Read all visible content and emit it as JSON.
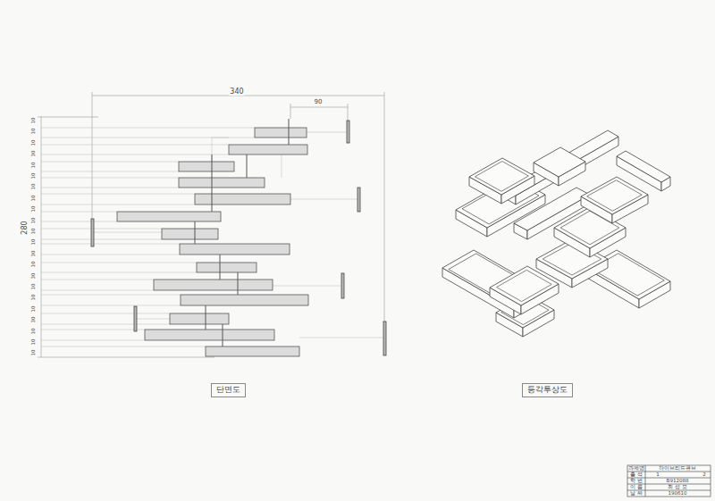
{
  "diagram": {
    "nodes": [
      {
        "text": [
          "단면도"
        ]
      },
      {
        "text": [
          "등각투상도"
        ]
      }
    ],
    "labels": [
      "340",
      "90",
      "280",
      "10",
      "10",
      "10",
      "30",
      "10",
      "10",
      "10",
      "10",
      "10",
      "10",
      "10",
      "10",
      "30",
      "10",
      "30",
      "10",
      "10",
      "10",
      "30",
      "10",
      "10",
      "10",
      "과제명",
      "하이브리드큐브",
      "출 석",
      "1",
      "2",
      "학 번",
      "B912088",
      "이 름",
      "최 성 모",
      "날 짜",
      "190610"
    ]
  }
}
